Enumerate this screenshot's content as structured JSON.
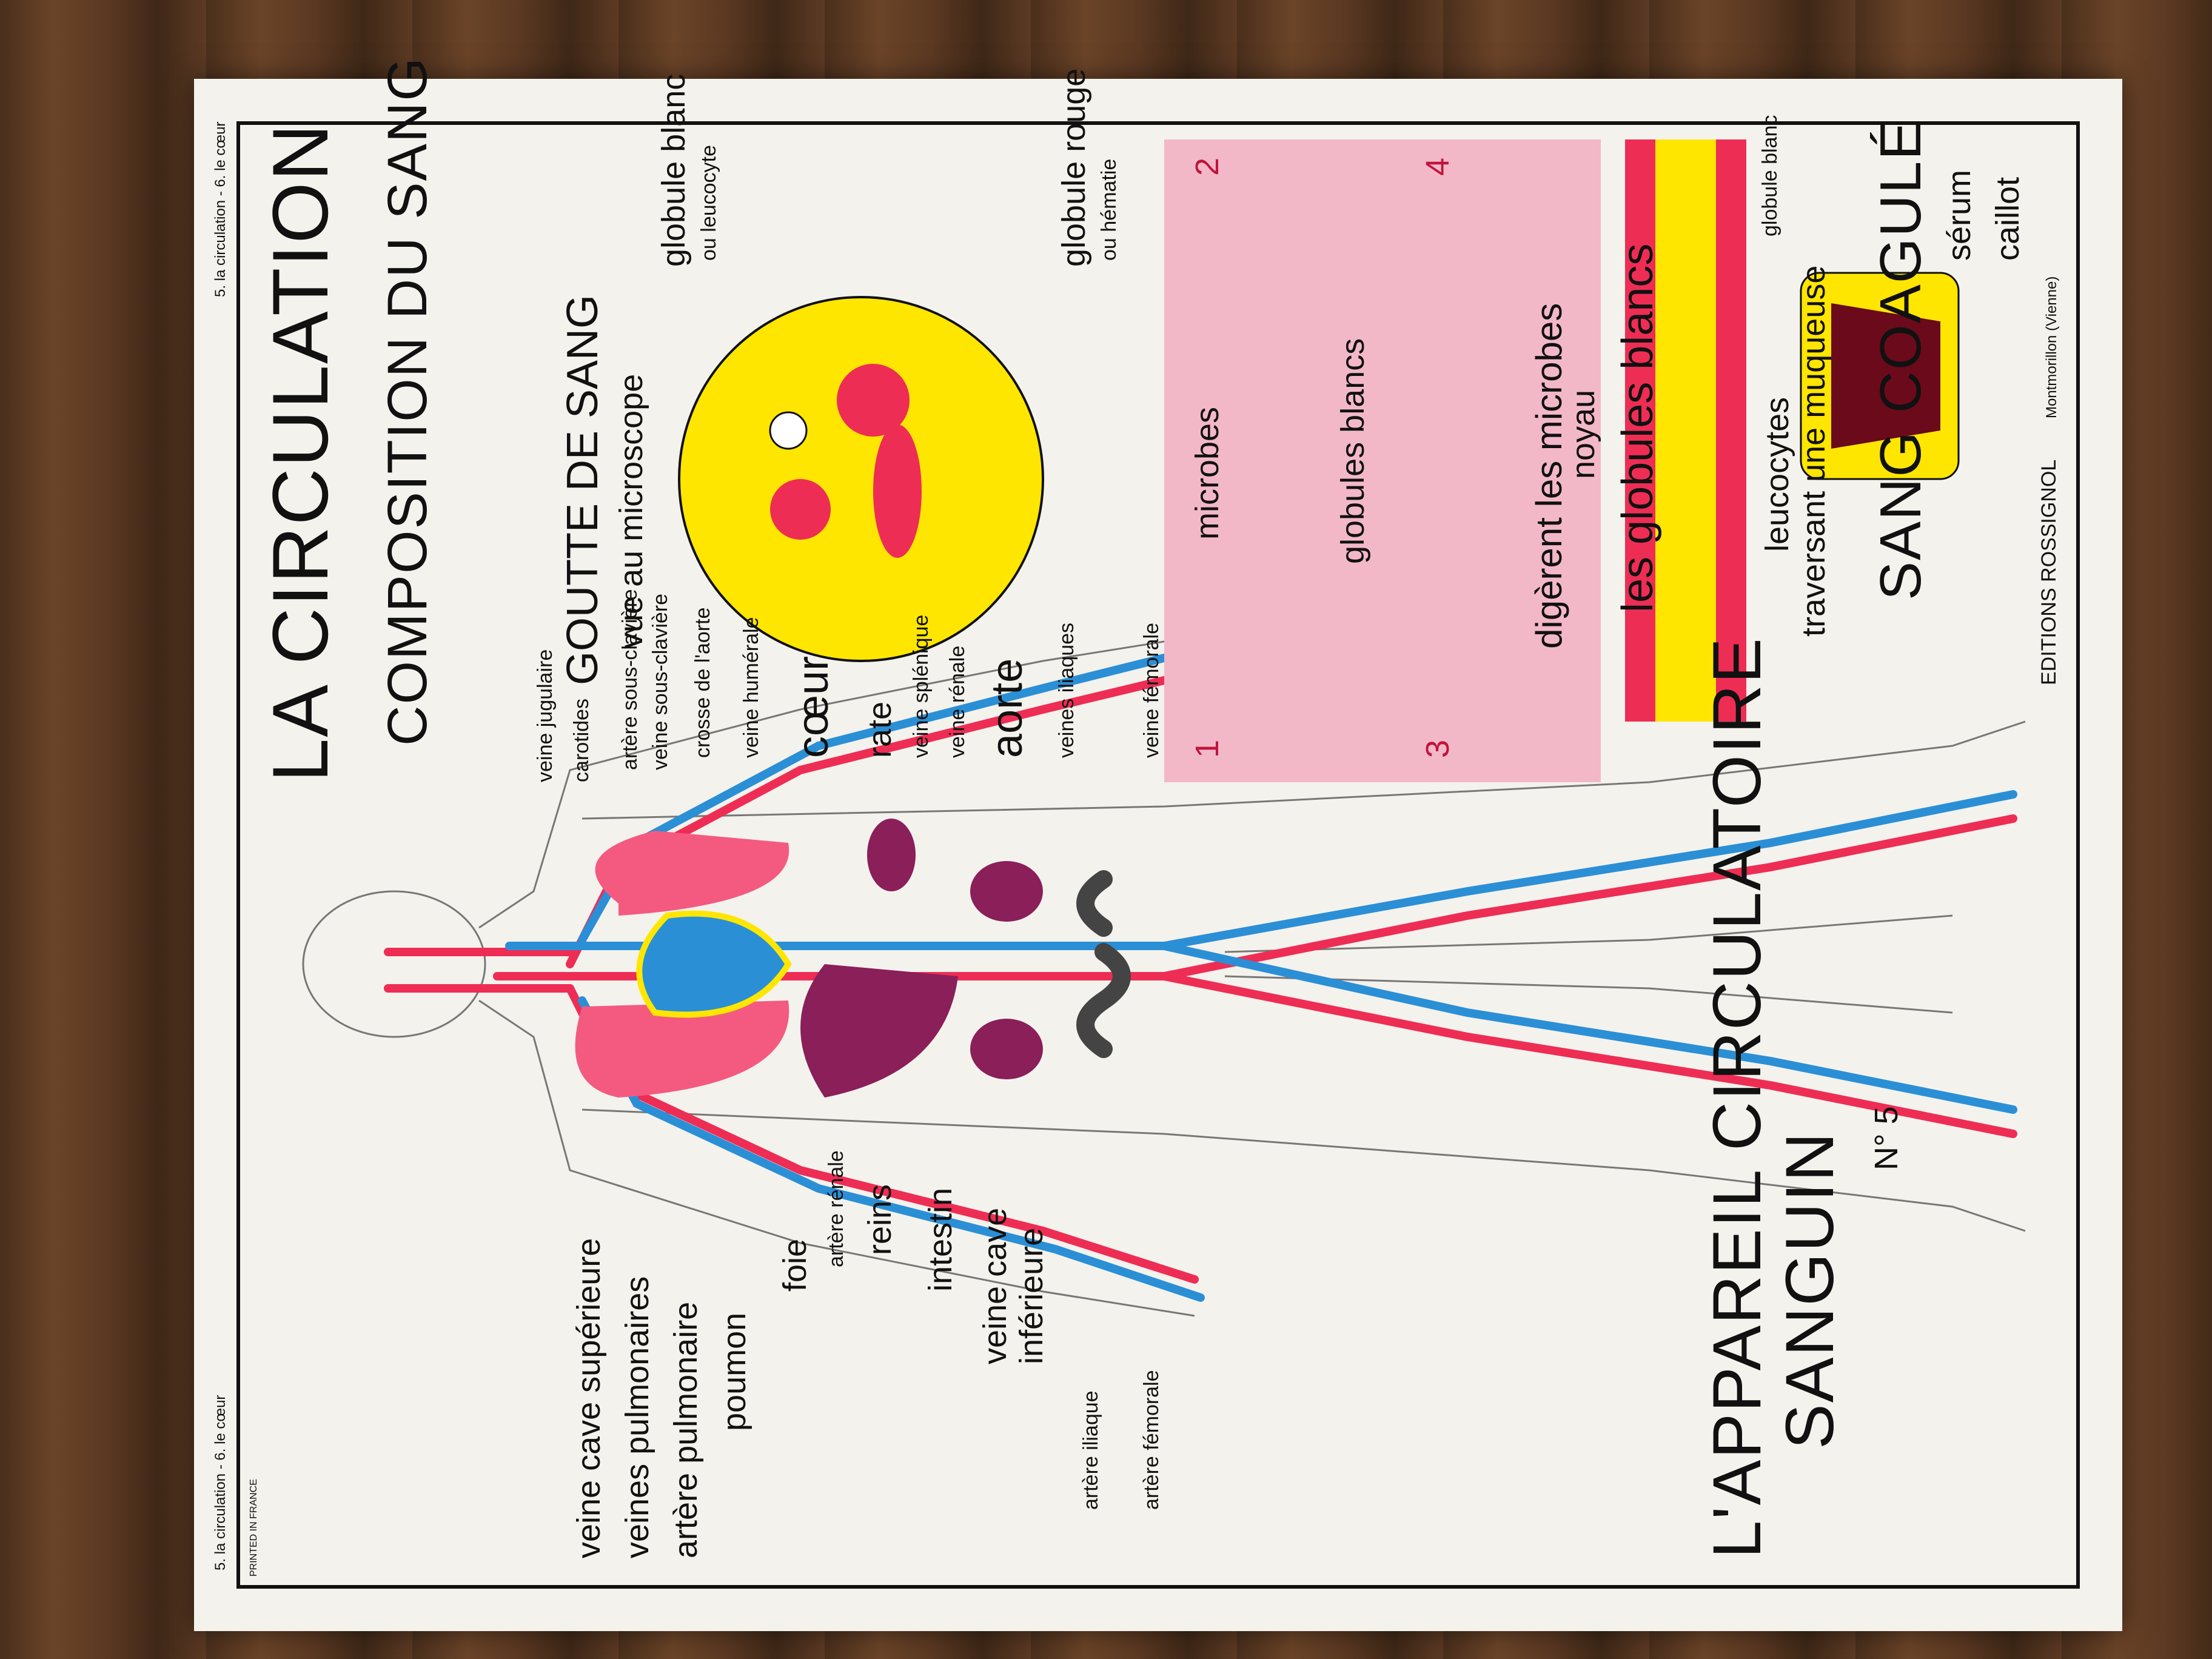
{
  "header": {
    "series": "5. la circulation - 6. le cœur",
    "printed": "PRINTED IN FRANCE"
  },
  "title": "LA CIRCULATION",
  "left_panel": {
    "title_line1": "L'APPAREIL CIRCULATOIRE",
    "title_line2": "SANGUIN",
    "labels_left": [
      "veine cave supérieure",
      "veines pulmonaires",
      "artère pulmonaire",
      "poumon",
      "foie",
      "artère rénale",
      "reins",
      "intestin",
      "veine cave",
      "inférieure",
      "artère iliaque",
      "artère fémorale"
    ],
    "labels_right": [
      "veine jugulaire",
      "carotides",
      "artère sous-clavière",
      "veine sous-clavière",
      "crosse de l'aorte",
      "veine humérale",
      "cœur",
      "rate",
      "veine splénique",
      "veine rénale",
      "aorte",
      "veines iliaques",
      "veine fémorale"
    ],
    "number": "N° 5"
  },
  "composition": {
    "title": "COMPOSITION DU SANG",
    "subtitle1": "GOUTTE DE SANG",
    "subtitle2": "vue au microscope",
    "label_wbc": "globule blanc",
    "label_wbc2": "ou leucocyte",
    "label_rbc": "globule rouge",
    "label_rbc2": "ou hématie"
  },
  "digestion": {
    "microbes": "microbes",
    "globules": "globules blancs",
    "noyau": "noyau",
    "numbers": [
      "1",
      "2",
      "3",
      "4"
    ],
    "caption1": "les globules blancs",
    "caption2": "digèrent les microbes"
  },
  "mucosa": {
    "caption1": "leucocytes",
    "caption2": "traversant une muqueuse",
    "wbc_label": "globule blanc"
  },
  "coagule": {
    "title": "SANG COAGULÉ",
    "serum": "sérum",
    "caillot": "caillot"
  },
  "publisher": {
    "name": "EDITIONS ROSSIGNOL",
    "city": "Montmorillon (Vienne)"
  },
  "colors": {
    "artery": "#ee2d55",
    "vein": "#2b8fd6",
    "organ": "#8a1f5a",
    "pink": "#f3b8c8",
    "yellow": "#ffe600"
  }
}
